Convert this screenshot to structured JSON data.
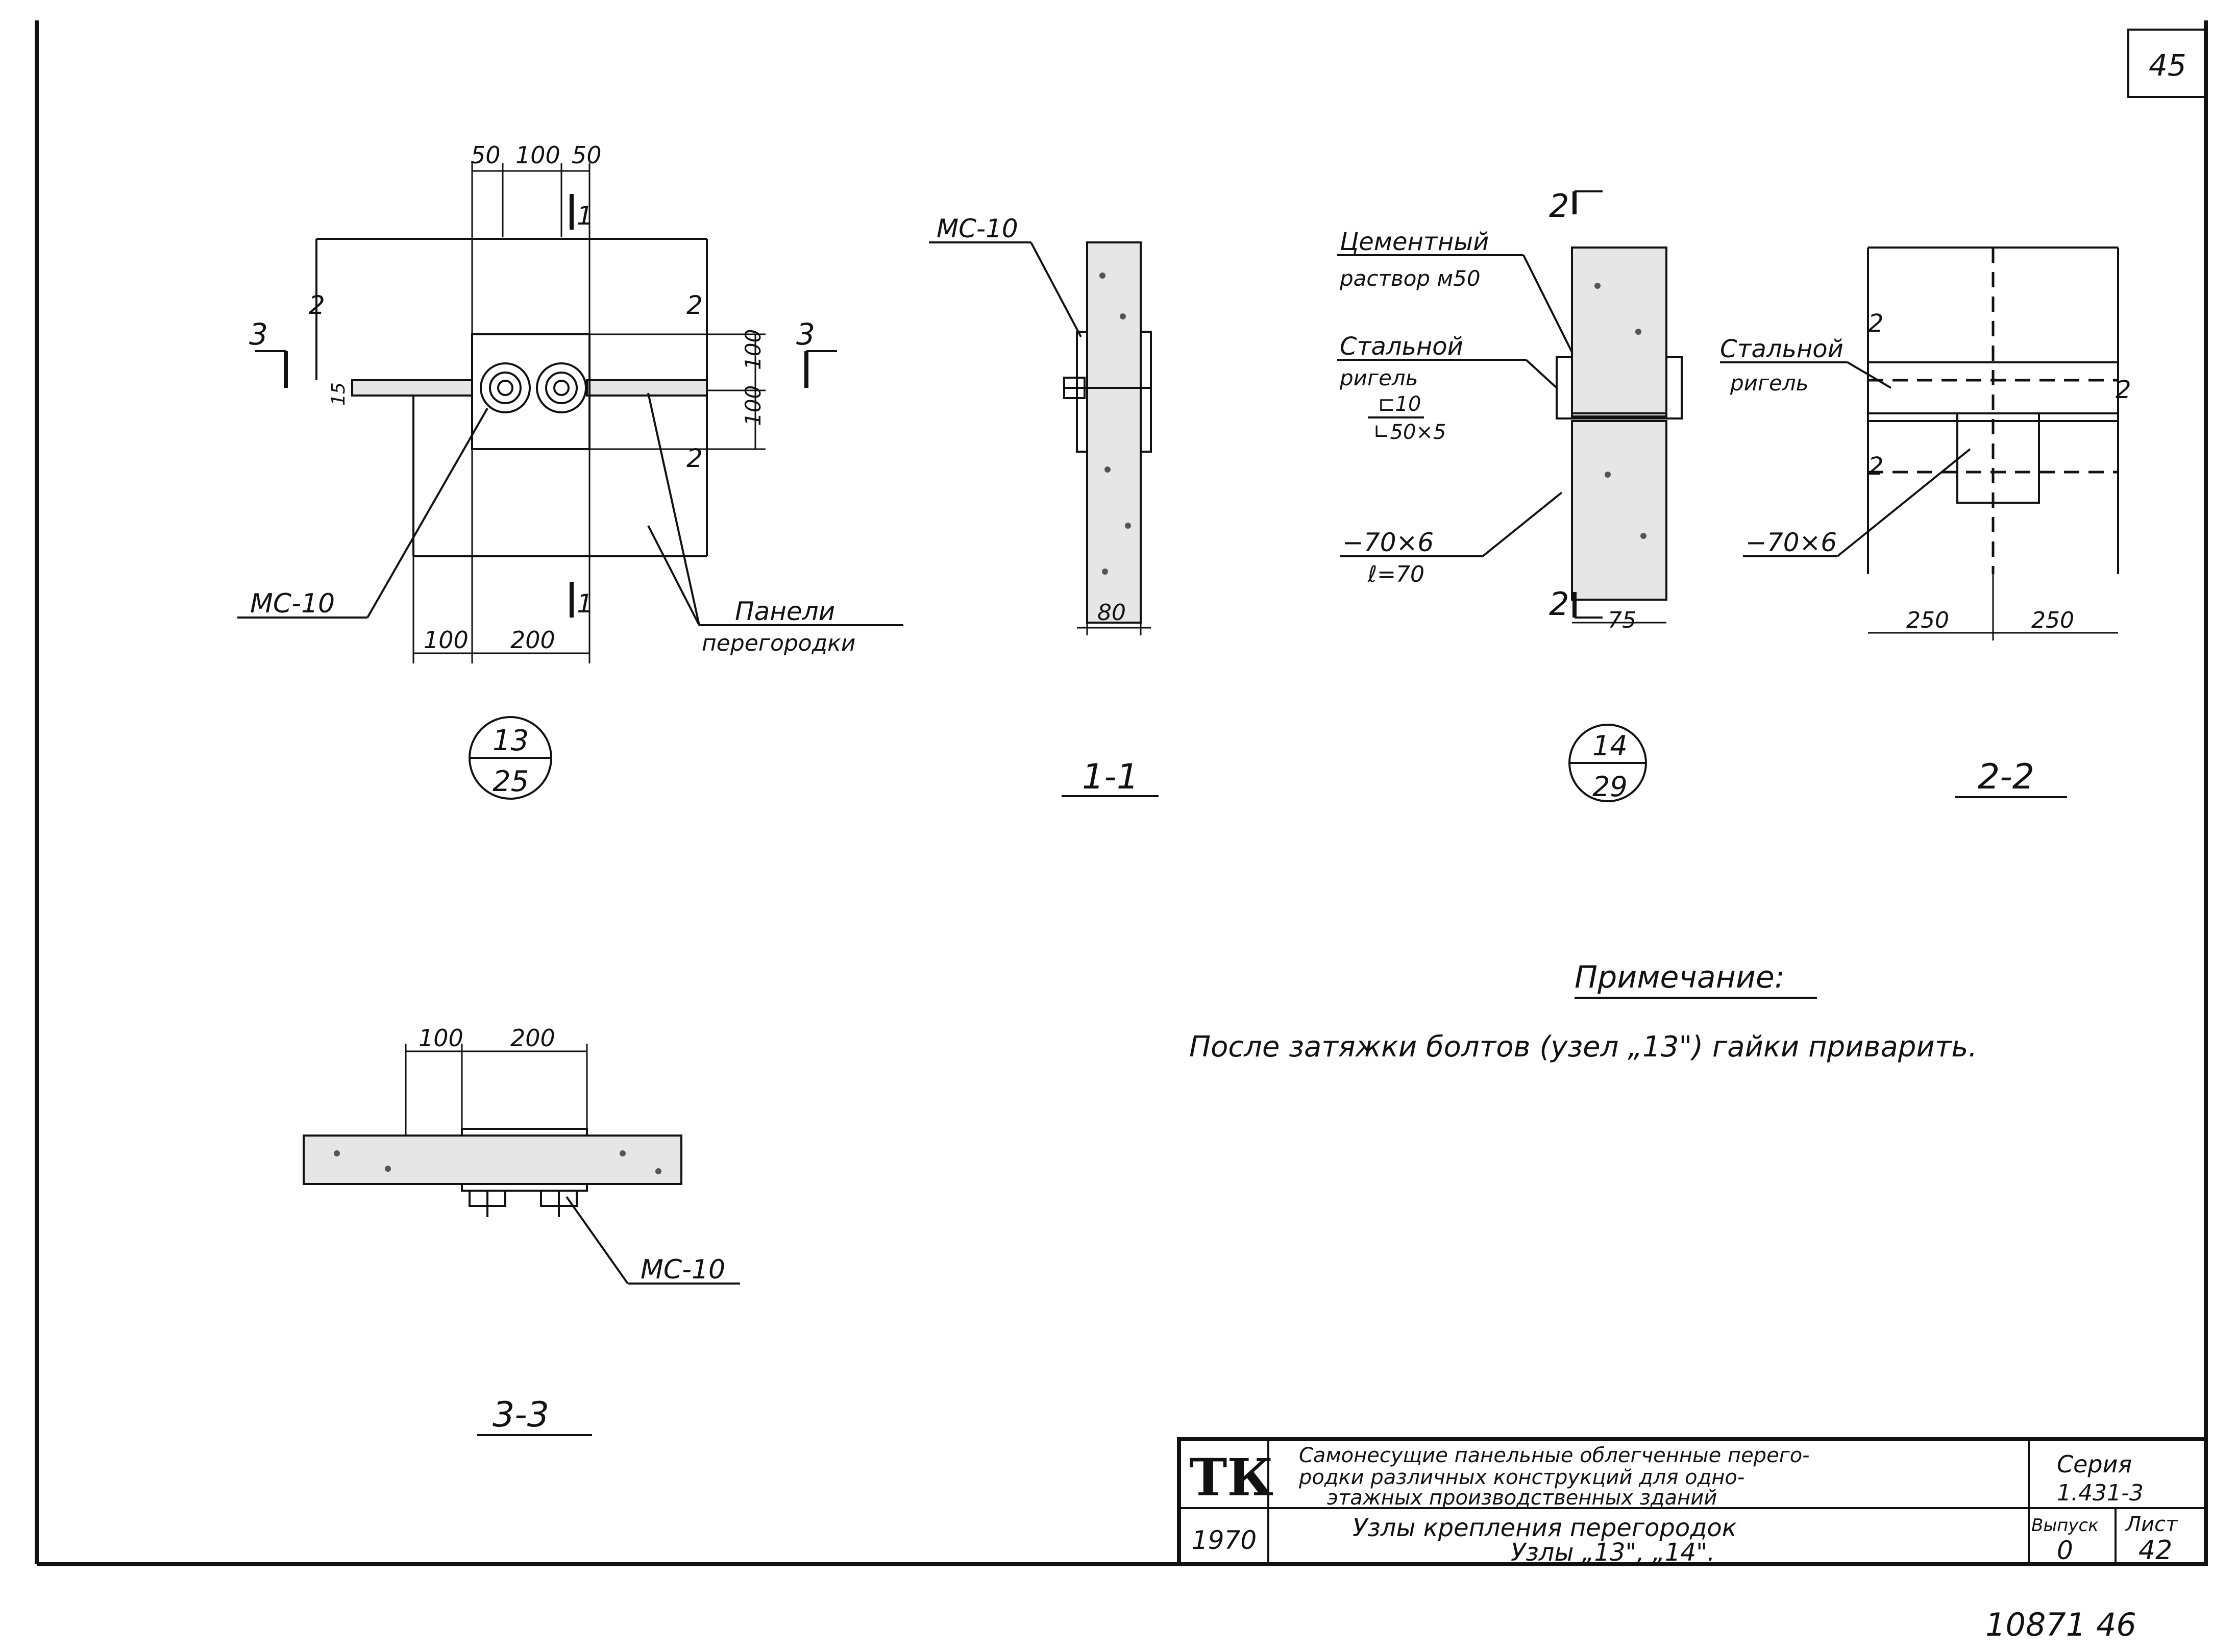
{
  "sheet": {
    "corner_number": "45",
    "bottom_numbers": "10871   46"
  },
  "node13": {
    "dims_top": [
      "50",
      "100",
      "50"
    ],
    "dims_bottom": [
      "100",
      "200"
    ],
    "dims_right": [
      "100",
      "100"
    ],
    "dim_left": "15",
    "section_marks": [
      "3",
      "3",
      "1",
      "1"
    ],
    "axis_marks": [
      "2",
      "2",
      "2"
    ],
    "label_mc": "МС-10",
    "label_panels_1": "Панели",
    "label_panels_2": "перегородки",
    "circle_top": "13",
    "circle_bottom": "25"
  },
  "section11": {
    "label_mc": "МС-10",
    "dim": "80",
    "title": "1-1"
  },
  "node14": {
    "section_mark": "2",
    "label_mortar_1": "Цементный",
    "label_mortar_2": "раствор м50",
    "label_beam_1": "Стальной",
    "label_beam_2": "ригель",
    "label_beam_3": "⊏10",
    "label_beam_4": "∟50×5",
    "label_plate_1": "−70×6",
    "label_plate_2": "ℓ=70",
    "dim": "75",
    "circle_top": "14",
    "circle_bottom": "29"
  },
  "section22": {
    "label_beam_1": "Стальной",
    "label_beam_2": "ригель",
    "label_plate": "−70×6",
    "dims": [
      "250",
      "250"
    ],
    "axis_marks": [
      "2",
      "2",
      "2"
    ],
    "title": "2-2"
  },
  "section33": {
    "dims": [
      "100",
      "200"
    ],
    "label_mc": "МС-10",
    "title": "3-3"
  },
  "note": {
    "heading": "Примечание:",
    "text": "После затяжки болтов (узел „13\") гайки приварить."
  },
  "title_block": {
    "logo": "ТК",
    "year": "1970",
    "title_line1": "Самонесущие панельные облегченные перего-",
    "title_line2": "родки различных конструкций для одно-",
    "title_line3": "этажных производственных зданий",
    "series_label": "Серия",
    "series_value": "1.431-3",
    "subtitle_line1": "Узлы крепления перегородок",
    "subtitle_line2": "Узлы „13\", „14\".",
    "issue_label": "Выпуск",
    "issue_value": "0",
    "sheet_label": "Лист",
    "sheet_value": "42"
  }
}
